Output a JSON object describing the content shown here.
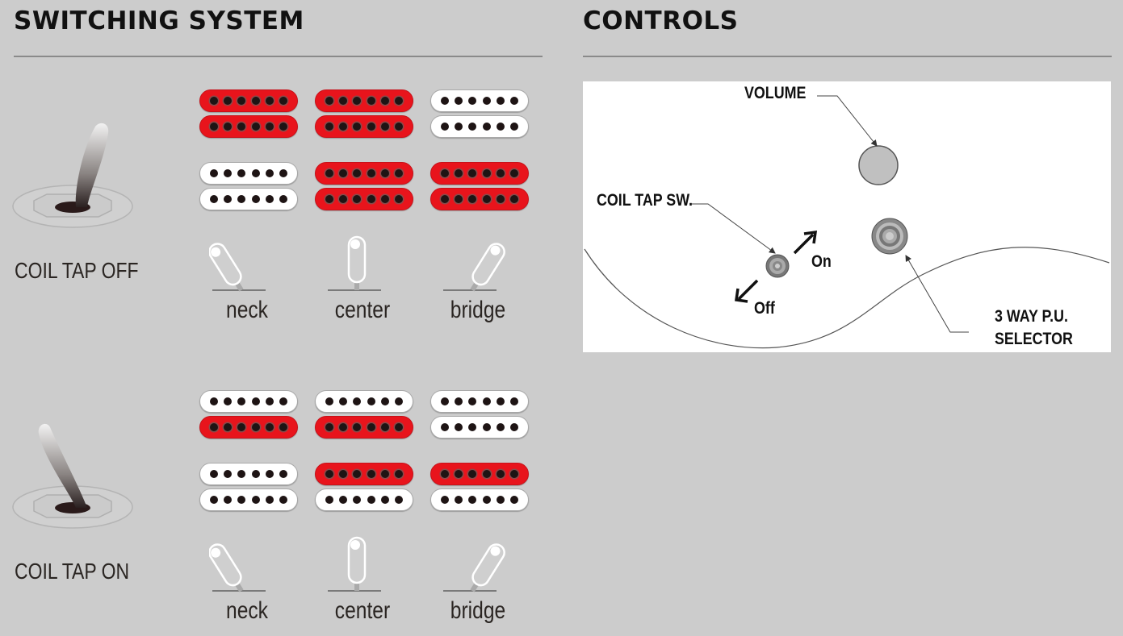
{
  "switching_system": {
    "title": "SWITCHING SYSTEM",
    "states": [
      {
        "label": "COIL TAP OFF",
        "toggle": "down",
        "positions": [
          {
            "label": "neck",
            "lever": "left",
            "pickups": [
              {
                "coils": [
                  "on",
                  "on"
                ]
              },
              {
                "coils": [
                  "off",
                  "off"
                ]
              }
            ]
          },
          {
            "label": "center",
            "lever": "center",
            "pickups": [
              {
                "coils": [
                  "on",
                  "on"
                ]
              },
              {
                "coils": [
                  "on",
                  "on"
                ]
              }
            ]
          },
          {
            "label": "bridge",
            "lever": "right",
            "pickups": [
              {
                "coils": [
                  "off",
                  "off"
                ]
              },
              {
                "coils": [
                  "on",
                  "on"
                ]
              }
            ]
          }
        ]
      },
      {
        "label": "COIL TAP ON",
        "toggle": "up",
        "positions": [
          {
            "label": "neck",
            "lever": "left",
            "pickups": [
              {
                "coils": [
                  "off",
                  "on"
                ]
              },
              {
                "coils": [
                  "off",
                  "off"
                ]
              }
            ]
          },
          {
            "label": "center",
            "lever": "center",
            "pickups": [
              {
                "coils": [
                  "off",
                  "on"
                ]
              },
              {
                "coils": [
                  "on",
                  "off"
                ]
              }
            ]
          },
          {
            "label": "bridge",
            "lever": "right",
            "pickups": [
              {
                "coils": [
                  "off",
                  "off"
                ]
              },
              {
                "coils": [
                  "on",
                  "off"
                ]
              }
            ]
          }
        ]
      }
    ]
  },
  "controls": {
    "title": "CONTROLS",
    "labels": {
      "volume": "VOLUME",
      "coil_tap": "COIL TAP SW.",
      "on": "On",
      "off": "Off",
      "selector_line1": "3 WAY P.U.",
      "selector_line2": "SELECTOR"
    }
  },
  "colors": {
    "background": "#cccccc",
    "coil_active": "#e8141c",
    "coil_inactive": "#ffffff",
    "text": "#111111"
  }
}
